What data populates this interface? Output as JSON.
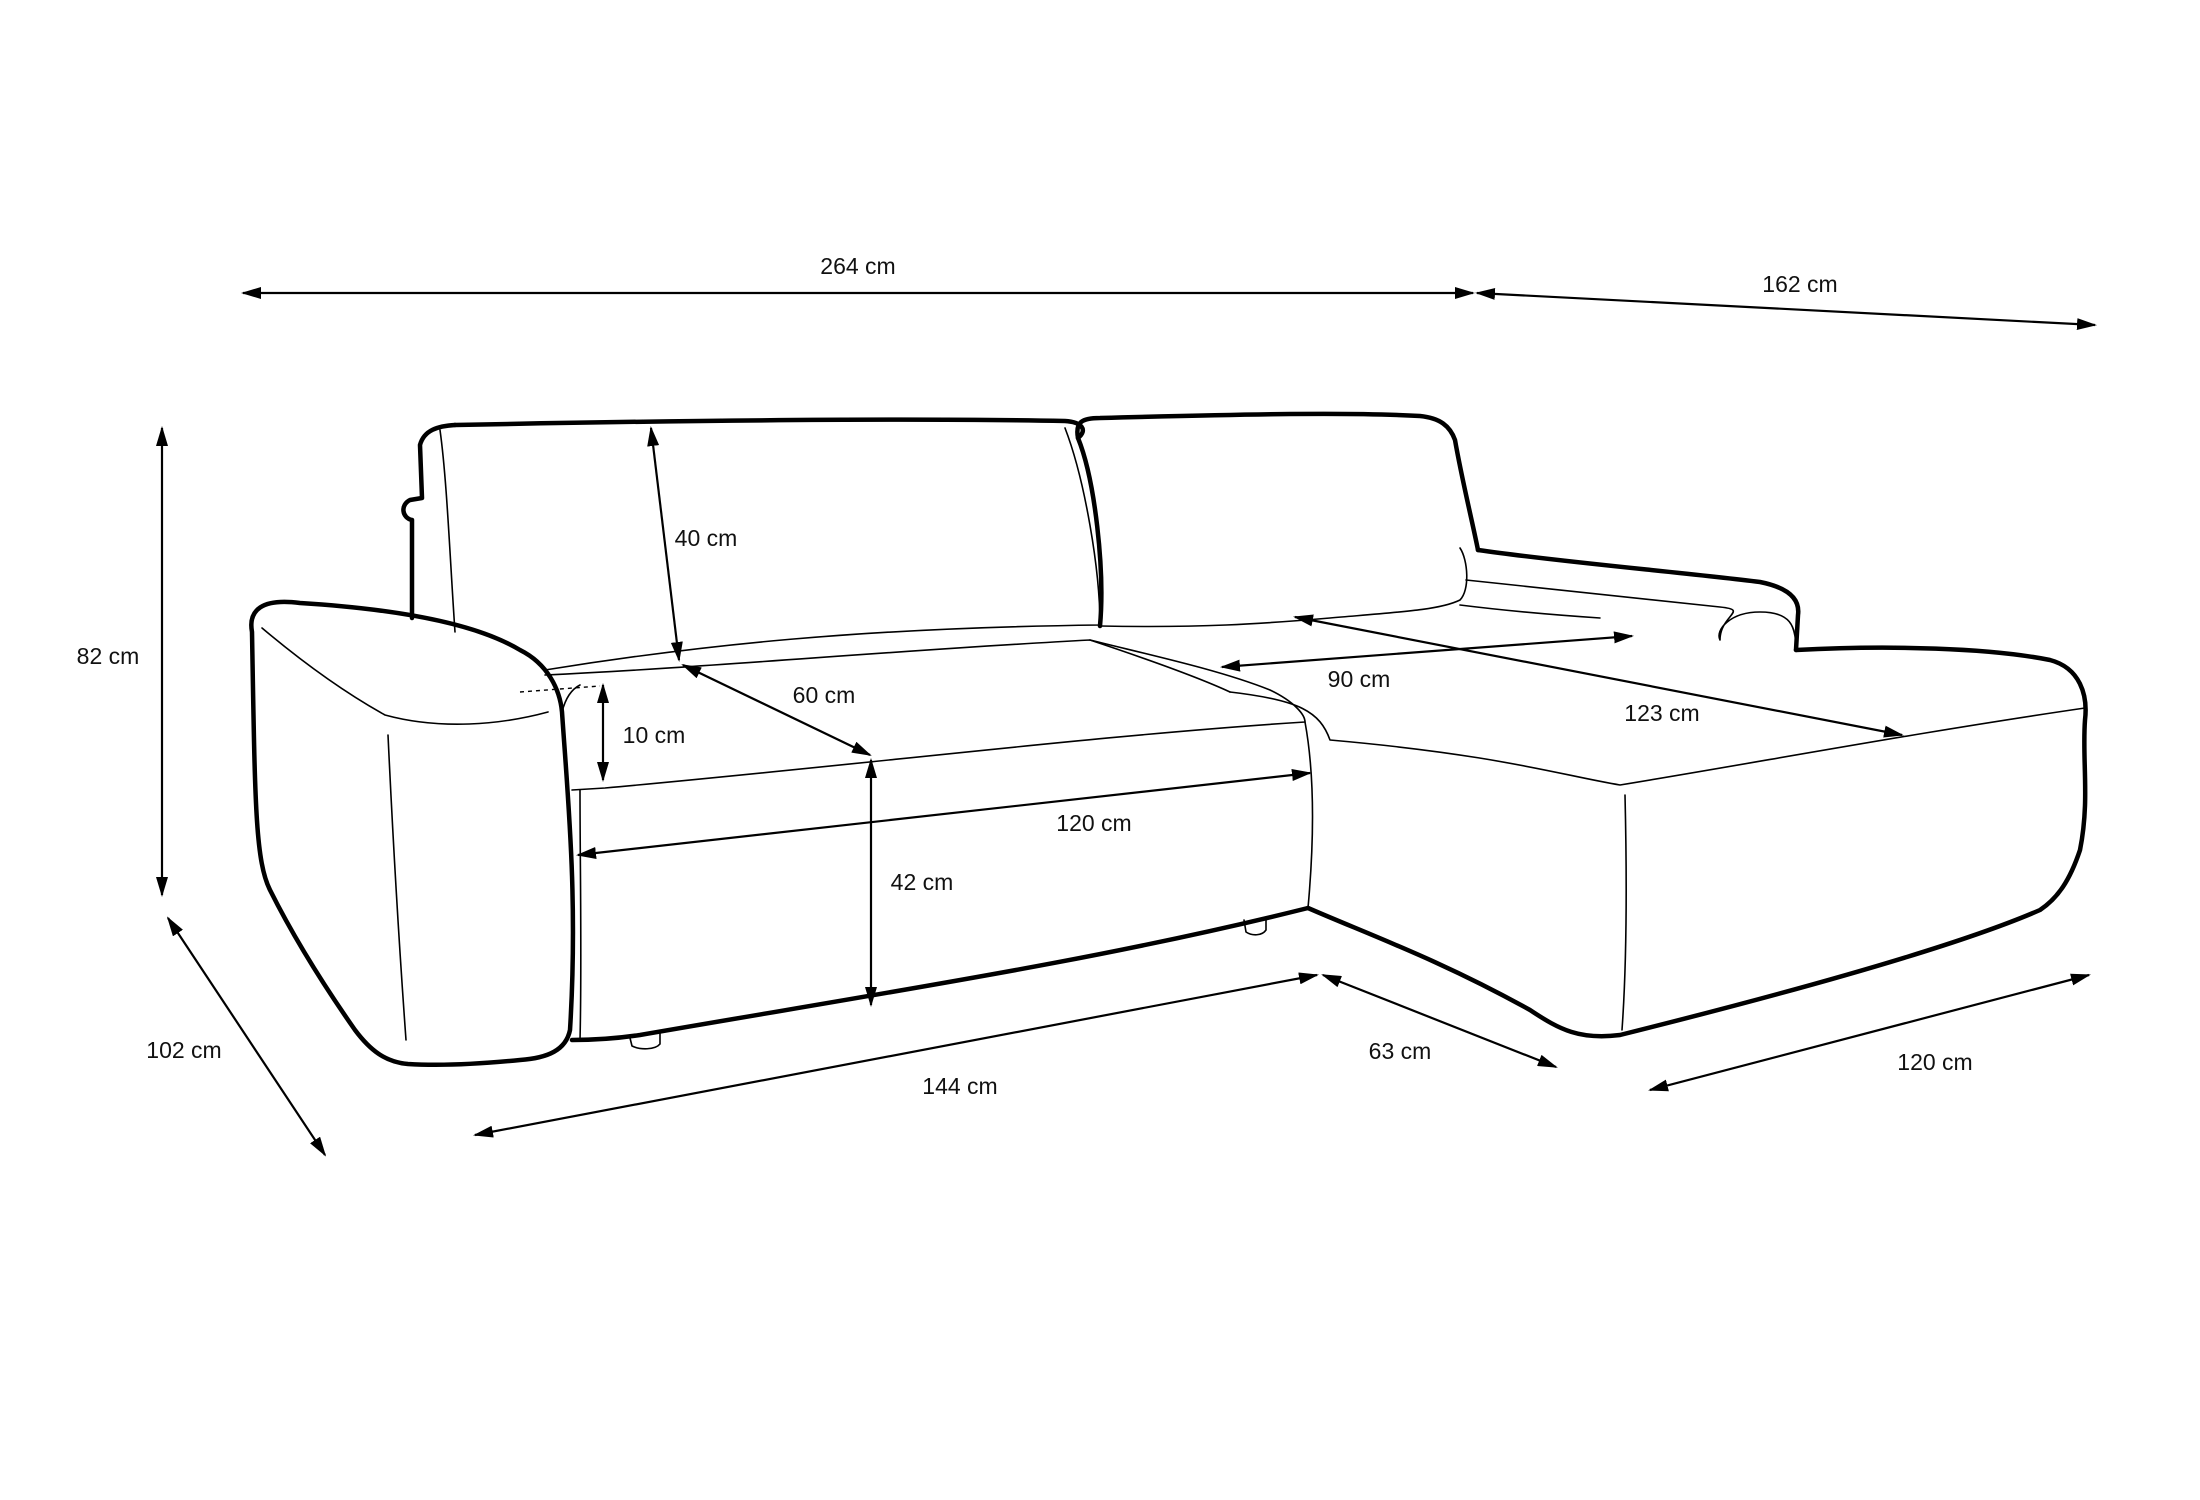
{
  "colors": {
    "line": "#000000",
    "text": "#111111",
    "background": "#ffffff"
  },
  "dimensions": {
    "total_width": "264 cm",
    "chaise_length": "162 cm",
    "height": "82 cm",
    "depth": "102 cm",
    "backrest_height": "40 cm",
    "seat_depth": "60 cm",
    "cushion_thickness": "10 cm",
    "seat_width": "120 cm",
    "seat_height": "42 cm",
    "base_length": "144 cm",
    "armrest_gap": "63 cm",
    "chaise_width": "120 cm",
    "chaise_inner_width": "90 cm",
    "chaise_seat_length": "123 cm"
  }
}
